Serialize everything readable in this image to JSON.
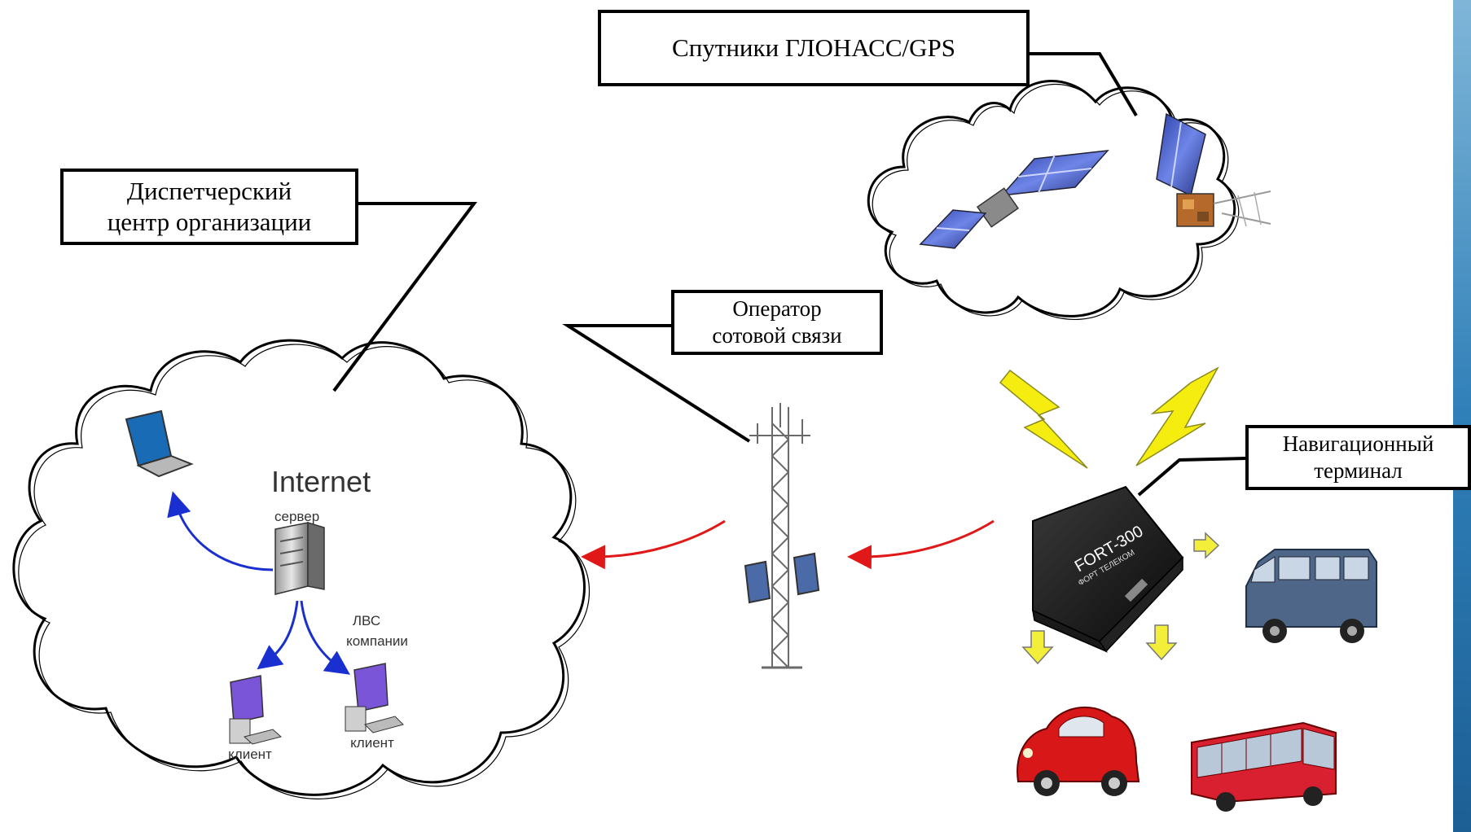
{
  "callouts": {
    "satellites": "Спутники ГЛОНАСС/GPS",
    "dispatch": "Диспетчерский\nцентр организации",
    "operator": "Оператор\nсотовой связи",
    "terminal": "Навигационный\nтерминал"
  },
  "internet": {
    "title": "Internet",
    "server": "сервер",
    "lan": "ЛВС\nкомпании",
    "client1": "клиент",
    "client2": "клиент"
  },
  "device": {
    "model": "FORT-300",
    "brand": "ФОРТ ТЕЛЕКОМ"
  },
  "colors": {
    "link_blue": "#1a2fd0",
    "link_red": "#e01818",
    "lightning": "#f5ec10",
    "arrow_yellow": "#f3ee3a",
    "side_bar": "#2f7fb8"
  }
}
